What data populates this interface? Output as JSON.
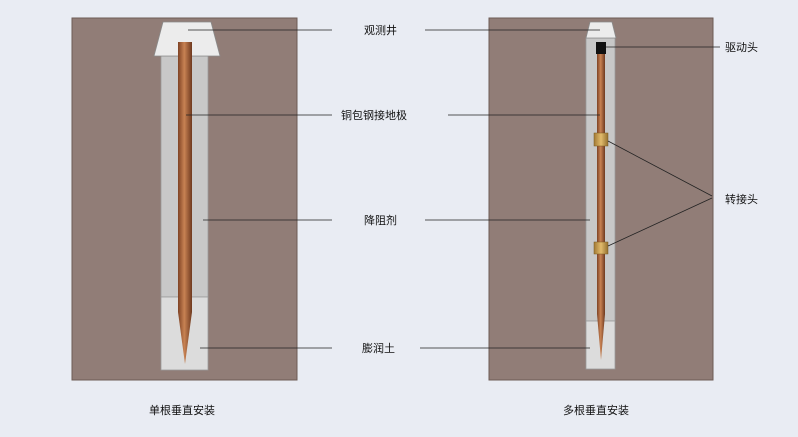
{
  "labels": {
    "well": "观测井",
    "rod": "铜包钢接地极",
    "compound": "降阻剂",
    "bentonite": "膨润土",
    "driver": "驱动头",
    "coupler": "转接头"
  },
  "captions": {
    "single": "单根垂直安装",
    "multi": "多根垂直安装"
  },
  "colors": {
    "background": "#e9ecf3",
    "soil": "#917d77",
    "compound": "#c8c8c8",
    "bentonite": "#dcdcdc",
    "well_cap": "#ececec",
    "copper": "#b06a3e",
    "coupler": "#c29a4e",
    "driver": "#111111",
    "leader": "#222222"
  }
}
